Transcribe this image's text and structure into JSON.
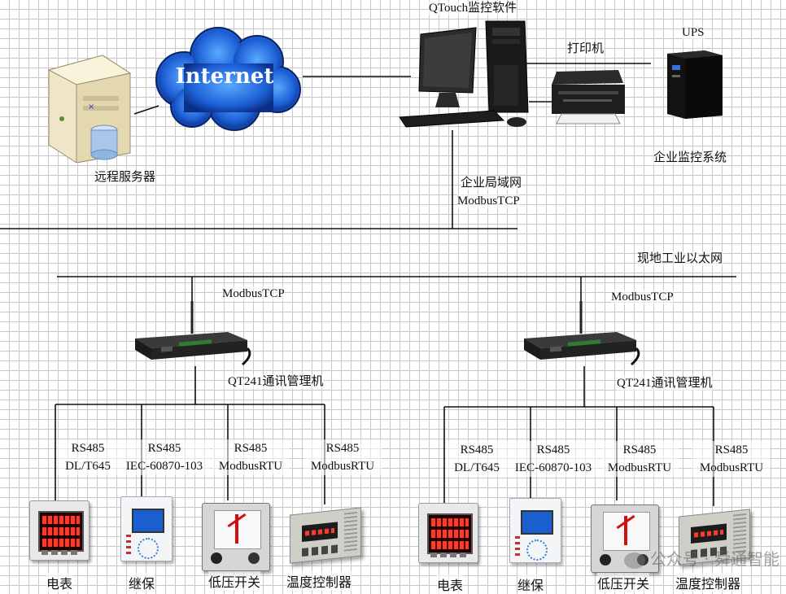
{
  "top": {
    "qtouch_label": "QTouch监控软件",
    "printer_label": "打印机",
    "ups_label": "UPS",
    "remote_server_label": "远程服务器",
    "internet_label": "Internet",
    "enterprise_system_label": "企业监控系统",
    "lan_label": "企业局域网",
    "lan_protocol": "ModbusTCP"
  },
  "field_network_label": "现地工业以太网",
  "groups": [
    {
      "uplink_protocol": "ModbusTCP",
      "manager_label": "QT241通讯管理机",
      "branches": [
        {
          "protocol": "RS485",
          "subprotocol": "DL/T645",
          "device": "电表"
        },
        {
          "protocol": "RS485",
          "subprotocol": "IEC-60870-103",
          "device": "继保"
        },
        {
          "protocol": "RS485",
          "subprotocol": "ModbusRTU",
          "device": "低压开关"
        },
        {
          "protocol": "RS485",
          "subprotocol": "ModbusRTU",
          "device": "温度控制器"
        }
      ]
    },
    {
      "uplink_protocol": "ModbusTCP",
      "manager_label": "QT241通讯管理机",
      "branches": [
        {
          "protocol": "RS485",
          "subprotocol": "DL/T645",
          "device": "电表"
        },
        {
          "protocol": "RS485",
          "subprotocol": "IEC-60870-103",
          "device": "继保"
        },
        {
          "protocol": "RS485",
          "subprotocol": "ModbusRTU",
          "device": "低压开关"
        },
        {
          "protocol": "RS485",
          "subprotocol": "ModbusRTU",
          "device": "温度控制器"
        }
      ]
    }
  ],
  "watermark": "公众号 · 舜通智能"
}
